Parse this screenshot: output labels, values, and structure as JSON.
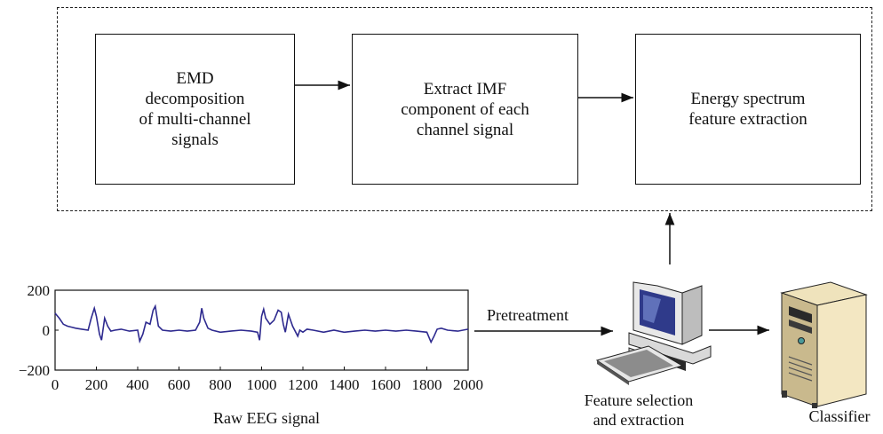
{
  "boxes": {
    "emd": "EMD\ndecomposition\nof multi-channel\nsignals",
    "imf": "Extract IMF\ncomponent of each\nchannel signal",
    "energy": "Energy spectrum\nfeature extraction"
  },
  "labels": {
    "raw_eeg": "Raw EEG signal",
    "pretreatment": "Pretreatment",
    "feature_selection": "Feature selection\nand extraction",
    "classifier": "Classifier"
  },
  "icons": {
    "computer": "desktop-computer-icon",
    "server": "server-tower-icon"
  },
  "colors": {
    "signal": "#2e2a8f",
    "server_body": "#f3e7c2"
  },
  "chart_data": {
    "type": "line",
    "title": "",
    "xlabel": "",
    "ylabel": "",
    "xlim": [
      0,
      2000
    ],
    "ylim": [
      -200,
      200
    ],
    "x_ticks": [
      "0",
      "200",
      "400",
      "600",
      "800",
      "1000",
      "1200",
      "1400",
      "1600",
      "1800",
      "2000"
    ],
    "y_ticks": [
      "200",
      "0",
      "−200"
    ],
    "series": [
      {
        "x": [
          0,
          20,
          40,
          60,
          80,
          100,
          130,
          160,
          175,
          190,
          200,
          215,
          225,
          240,
          255,
          270,
          290,
          320,
          360,
          400,
          410,
          425,
          440,
          460,
          475,
          485,
          500,
          520,
          560,
          600,
          640,
          680,
          700,
          710,
          720,
          740,
          760,
          800,
          850,
          900,
          950,
          980,
          990,
          1000,
          1010,
          1020,
          1040,
          1060,
          1080,
          1095,
          1105,
          1115,
          1130,
          1150,
          1175,
          1185,
          1200,
          1220,
          1250,
          1300,
          1350,
          1400,
          1450,
          1500,
          1550,
          1600,
          1650,
          1700,
          1750,
          1800,
          1820,
          1835,
          1850,
          1870,
          1900,
          1950,
          2000
        ],
        "y": [
          85,
          60,
          30,
          20,
          15,
          10,
          5,
          0,
          60,
          110,
          70,
          -20,
          -50,
          60,
          20,
          -5,
          0,
          5,
          -5,
          0,
          -55,
          -20,
          40,
          30,
          100,
          120,
          20,
          0,
          -5,
          0,
          -5,
          0,
          40,
          110,
          60,
          10,
          0,
          -10,
          -5,
          0,
          -5,
          -10,
          -50,
          70,
          105,
          60,
          30,
          50,
          100,
          90,
          30,
          -10,
          80,
          20,
          -30,
          0,
          -10,
          5,
          0,
          -10,
          0,
          -10,
          -5,
          0,
          -5,
          0,
          -5,
          0,
          -5,
          -10,
          -60,
          -30,
          5,
          10,
          0,
          -5,
          5
        ]
      }
    ]
  }
}
